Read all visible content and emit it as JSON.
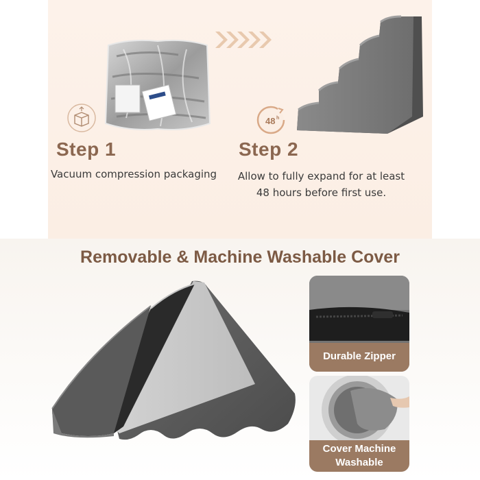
{
  "steps": [
    {
      "title": "Step 1",
      "description": "Vacuum compression packaging"
    },
    {
      "title": "Step 2",
      "description_line1": "Allow to fully expand for at least",
      "description_line2": "48 hours before first use."
    }
  ],
  "clock_badge": {
    "text": "48",
    "suffix": "h"
  },
  "heading": "Removable & Machine Washable Cover",
  "features": [
    {
      "line1": "Durable Zipper"
    },
    {
      "line1": "Cover Machine",
      "line2": "Washable"
    }
  ],
  "colors": {
    "accent_brown": "#8b6750",
    "panel_peach": "#fdf2ea",
    "foam_gray": "#5e5e5e",
    "label_bg": "#9b7a62"
  },
  "icons": [
    "box-icon",
    "arrows-icon",
    "clock-48h-icon"
  ]
}
